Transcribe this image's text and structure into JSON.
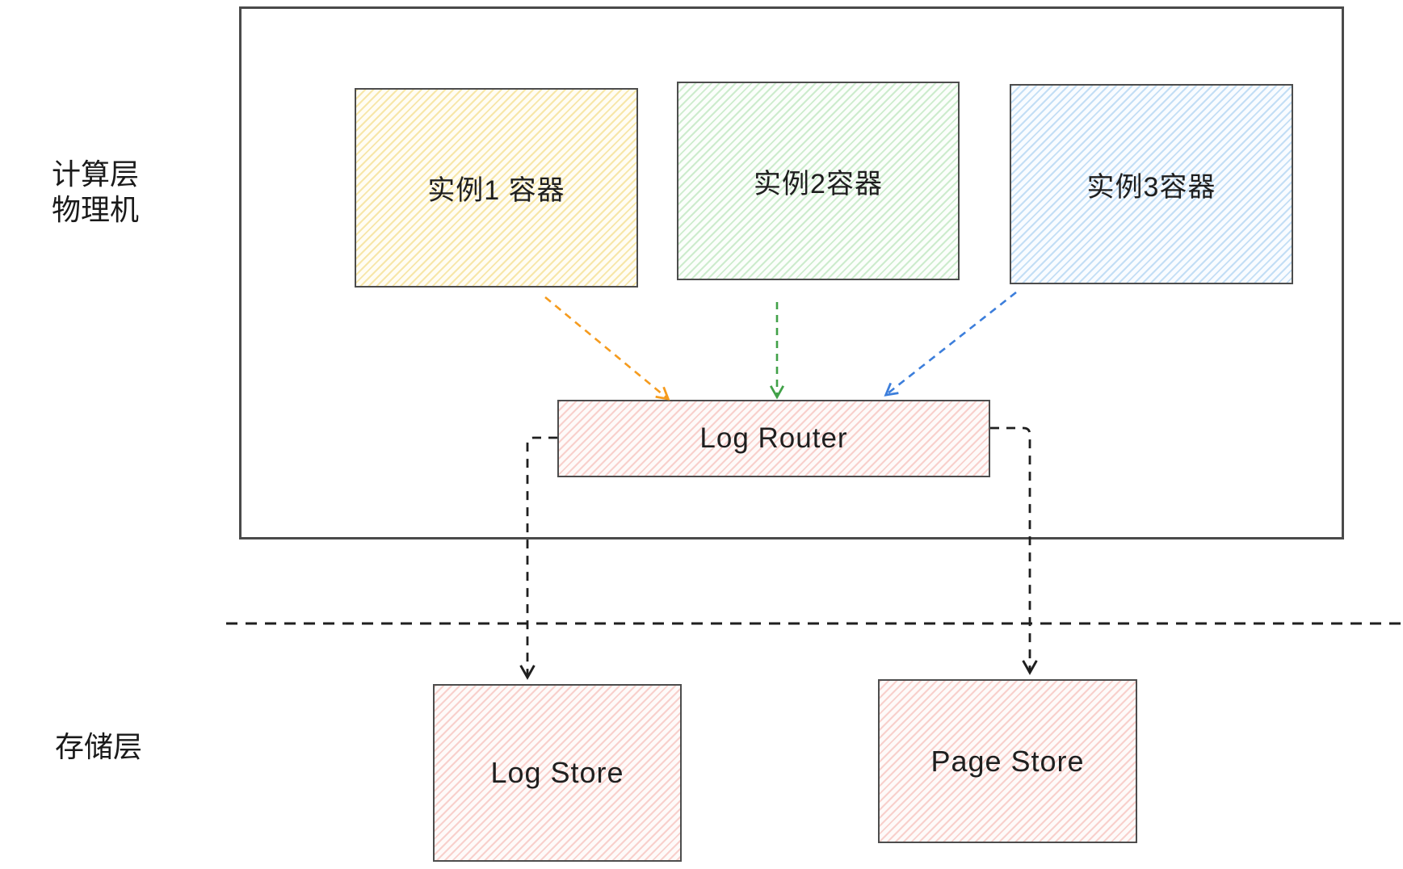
{
  "diagram": {
    "compute_layer": {
      "label_line1": "计算层",
      "label_line2": "物理机"
    },
    "storage_layer": {
      "label": "存储层"
    },
    "nodes": {
      "instance1": {
        "label": "实例1 容器",
        "fill": "yellow-hatch"
      },
      "instance2": {
        "label": "实例2容器",
        "fill": "green-hatch"
      },
      "instance3": {
        "label": "实例3容器",
        "fill": "blue-hatch"
      },
      "log_router": {
        "label": "Log Router",
        "fill": "pink-hatch"
      },
      "log_store": {
        "label": "Log Store",
        "fill": "pink-hatch"
      },
      "page_store": {
        "label": "Page Store",
        "fill": "pink-hatch"
      }
    },
    "edges": [
      {
        "from": "instance1",
        "to": "log_router",
        "style": "dashed-arrow",
        "color": "#F59B1E"
      },
      {
        "from": "instance2",
        "to": "log_router",
        "style": "dashed-arrow",
        "color": "#41A148"
      },
      {
        "from": "instance3",
        "to": "log_router",
        "style": "dashed-arrow",
        "color": "#3C7EDB"
      },
      {
        "from": "log_router",
        "to": "log_store",
        "style": "dashed-arrow",
        "color": "#1F1F1F"
      },
      {
        "from": "log_router",
        "to": "page_store",
        "style": "dashed-arrow",
        "color": "#1F1F1F"
      }
    ],
    "separator": {
      "style": "dashed-line",
      "color": "#1F1F1F"
    },
    "colors": {
      "node_border": "#4D4D4D",
      "outer_border": "#4A4A4A",
      "text": "#1A1A1A",
      "yellow_hatch": "#F7E6A8",
      "green_hatch": "#CDECCD",
      "blue_hatch": "#C3DEF5",
      "pink_hatch": "#F8D0CC"
    }
  }
}
